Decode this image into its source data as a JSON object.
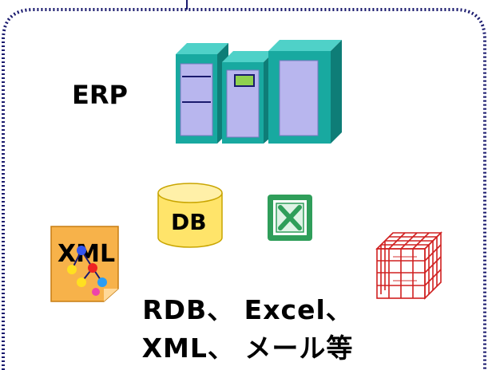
{
  "erp": {
    "label": "ERP"
  },
  "db": {
    "label": "DB"
  },
  "xml": {
    "label": "XML"
  },
  "caption": {
    "line1": "RDB、 Excel、",
    "line2": "XML、 メール等"
  },
  "colors": {
    "border": "#1a1a6e",
    "server_teal": "#18a9a0",
    "server_panel": "#b8b6ee",
    "db_yellow": "#ffe46a",
    "excel_green": "#2f9e5a",
    "cube_red": "#d02020",
    "xml_orange": "#f5a623"
  },
  "icons": [
    "server-icon",
    "database-icon",
    "excel-icon",
    "xml-file-icon",
    "olap-cube-icon"
  ]
}
